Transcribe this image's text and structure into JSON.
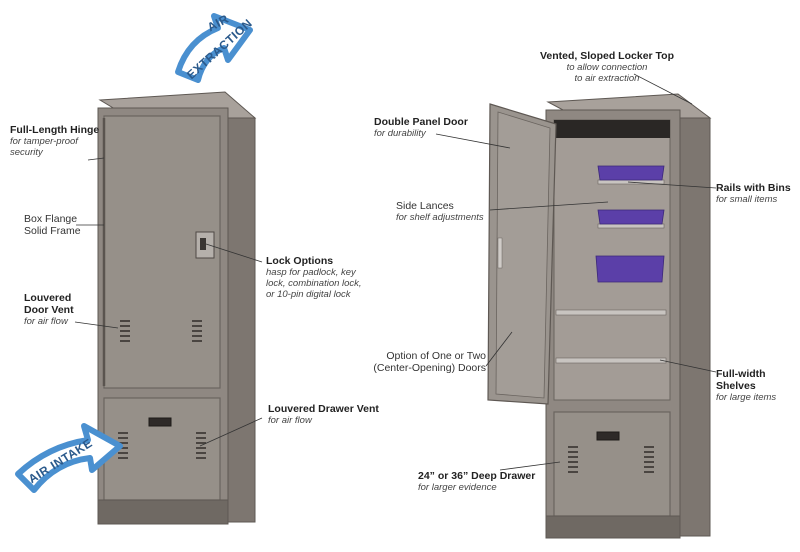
{
  "arrows": {
    "extraction_line1": "AIR",
    "extraction_line2": "EXTRACTION",
    "intake": "AIR INTAKE"
  },
  "left_labels": {
    "hinge_title": "Full-Length Hinge",
    "hinge_sub1": "for tamper-proof",
    "hinge_sub2": "security",
    "flange_line1": "Box Flange",
    "flange_line2": "Solid Frame",
    "louver_door_title1": "Louvered",
    "louver_door_title2": "Door Vent",
    "louver_door_sub": "for air flow",
    "lock_title": "Lock Options",
    "lock_sub1": "hasp for padlock, key",
    "lock_sub2": "lock, combination lock,",
    "lock_sub3": "or 10-pin digital lock",
    "drawer_vent_title": "Louvered Drawer Vent",
    "drawer_vent_sub": "for air flow"
  },
  "right_labels": {
    "top_title": "Vented, Sloped Locker Top",
    "top_sub1": "to allow connection",
    "top_sub2": "to air extraction",
    "door_title": "Double Panel Door",
    "door_sub": "for durability",
    "lances_title": "Side Lances",
    "lances_sub": "for shelf adjustments",
    "rails_title": "Rails with Bins",
    "rails_sub": "for small items",
    "option_line1": "Option of One or Two",
    "option_line2": "(Center-Opening) Doors",
    "shelves_title1": "Full-width",
    "shelves_title2": "Shelves",
    "shelves_sub": "for large items",
    "deep_title": "24” or 36” Deep Drawer",
    "deep_sub": "for larger evidence"
  },
  "colors": {
    "cabinet": "#8f8882",
    "cabinet_dark": "#6f6963",
    "cabinet_light": "#a39c96",
    "bins": "#5b3fa8",
    "arrow_fill": "#ffffff",
    "arrow_stroke": "#4a90d0"
  }
}
